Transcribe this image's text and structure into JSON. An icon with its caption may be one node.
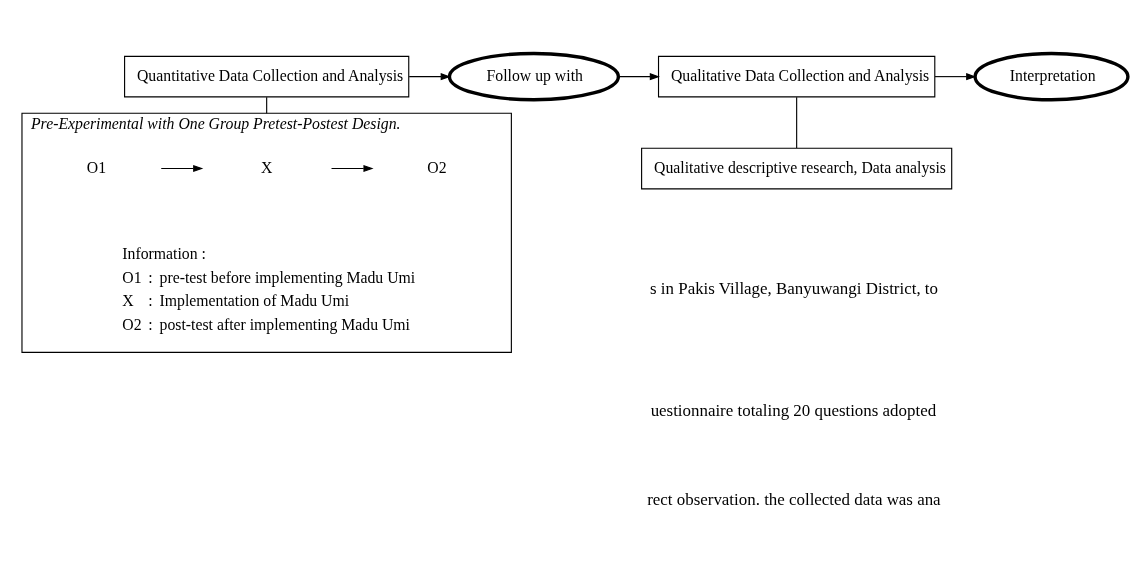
{
  "diagram": {
    "nodes": [
      {
        "text": [
          "Quantitative Data Collection and Analysis"
        ]
      },
      {
        "text": [
          "Follow up with"
        ]
      },
      {
        "text": [
          "Qualitative Data Collection and Analysis"
        ]
      },
      {
        "text": [
          "Interpretation"
        ]
      },
      {
        "text": [
          "Pre-Experimental with One Group Pretest-Postest Design.",
          "Information :",
          "O1",
          ":",
          "pre-test before implementing Madu Umi",
          "X",
          ":",
          "Implementation of Madu Umi",
          "O2",
          ":",
          "post-test after implementing Madu Umi"
        ]
      },
      {
        "text": [
          "O1"
        ],
        "in": 4
      },
      {
        "text": [
          "X"
        ],
        "in": 4
      },
      {
        "text": [
          "O2"
        ],
        "in": 4
      },
      {
        "text": [
          "Qualitative descriptive research, Data analysis"
        ]
      }
    ],
    "edges": [
      {
        "from": 0,
        "to": 1,
        "arrow": "to"
      },
      {
        "from": 1,
        "to": 2,
        "arrow": "to"
      },
      {
        "from": 2,
        "to": 3,
        "arrow": "to"
      },
      {
        "from": 0,
        "to": 4,
        "arrow": "none"
      },
      {
        "from": 2,
        "to": 8,
        "arrow": "none"
      },
      {
        "from": 5,
        "to": 6,
        "arrow": "to"
      },
      {
        "from": 6,
        "to": 7,
        "arrow": "to"
      }
    ],
    "labels": [
      "s in Pakis Village, Banyuwangi District, to",
      "uestionnaire totaling 20 questions adopted",
      "rect observation. the collected data was ana"
    ]
  }
}
